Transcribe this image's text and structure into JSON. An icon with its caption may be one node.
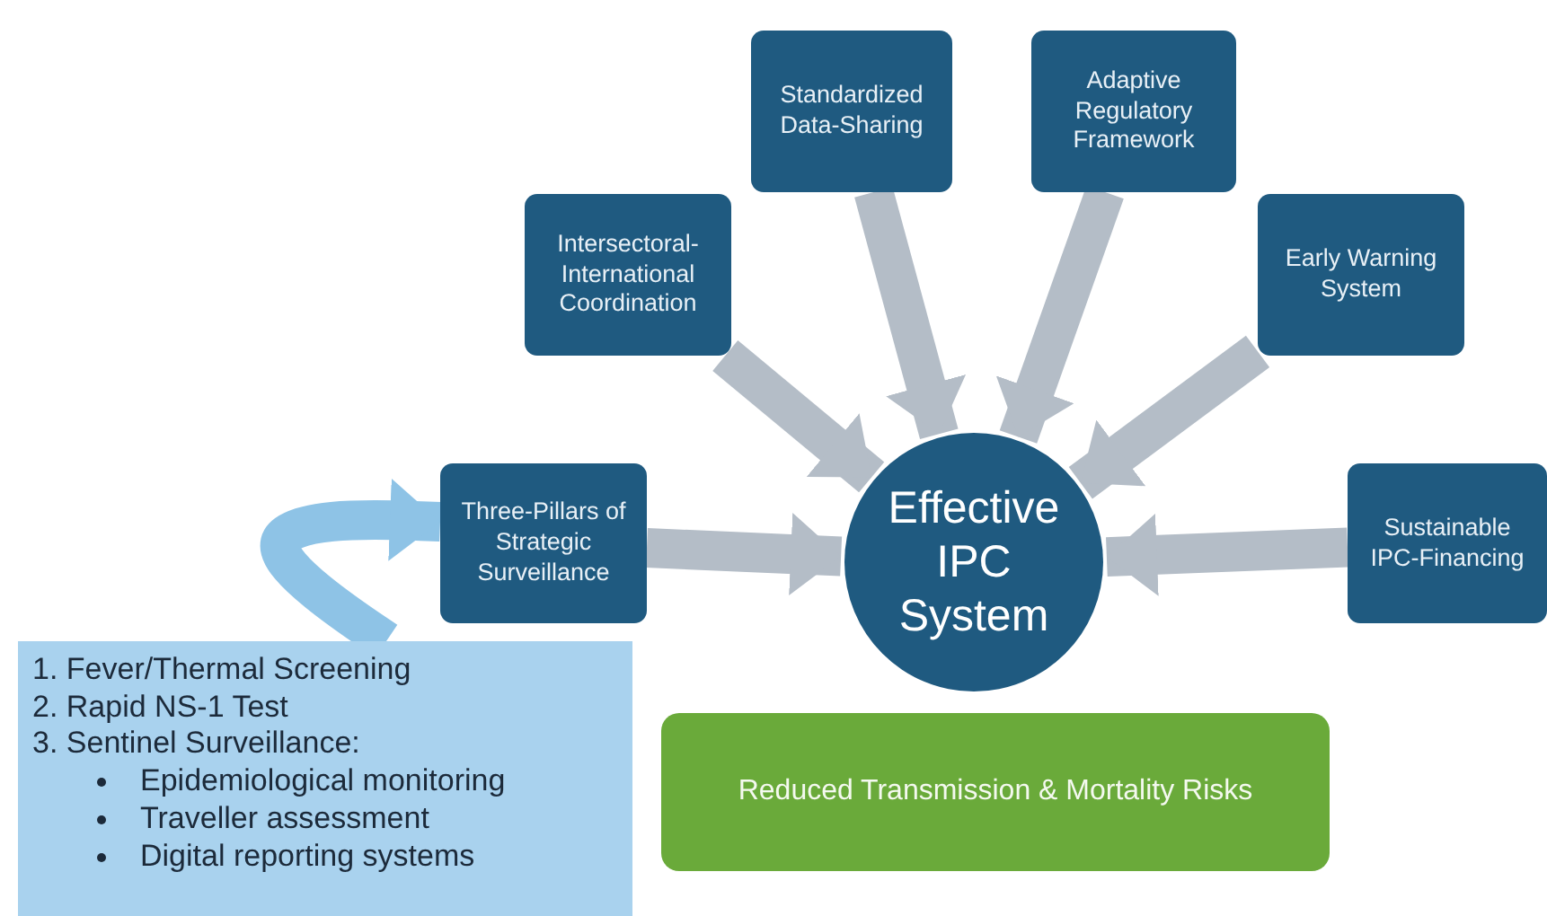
{
  "diagram": {
    "nodes": [
      {
        "text": [
          "Effective IPC System"
        ]
      },
      {
        "text": [
          "Intersectoral-International Coordination"
        ]
      },
      {
        "text": [
          "Standardized Data-Sharing"
        ]
      },
      {
        "text": [
          "Adaptive Regulatory Framework"
        ]
      },
      {
        "text": [
          "Early Warning System"
        ]
      },
      {
        "text": [
          "Three-Pillars of Strategic Surveillance"
        ]
      },
      {
        "text": [
          "Sustainable IPC-Financing"
        ]
      },
      {
        "text": [
          "1. Fever/Thermal Screening",
          "2. Rapid NS-1 Test",
          "3. Sentinel Surveillance:",
          "Epidemiological monitoring",
          "Traveller assessment",
          "Digital reporting systems"
        ]
      },
      {
        "text": [
          "Reduced Transmission & Mortality Risks"
        ]
      }
    ],
    "edges": [
      {
        "from": 1,
        "to": 0,
        "arrow": "to"
      },
      {
        "from": 2,
        "to": 0,
        "arrow": "to"
      },
      {
        "from": 3,
        "to": 0,
        "arrow": "to"
      },
      {
        "from": 4,
        "to": 0,
        "arrow": "to"
      },
      {
        "from": 5,
        "to": 0,
        "arrow": "to"
      },
      {
        "from": 6,
        "to": 0,
        "arrow": "to"
      },
      {
        "from": 7,
        "to": 5,
        "arrow": "to",
        "color": "#8ec3e6"
      }
    ]
  }
}
